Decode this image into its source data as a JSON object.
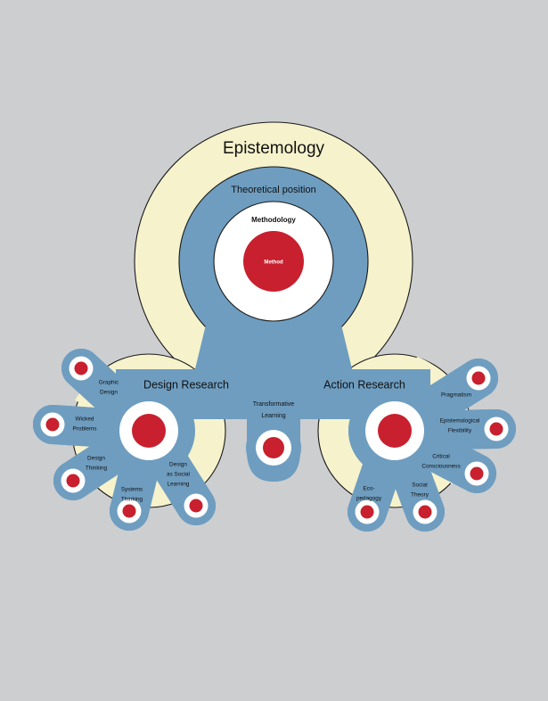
{
  "diagram": {
    "title": "Research framework nested circles with Design Research and Action Research branches",
    "background_color": "#ccced0",
    "colors": {
      "cream": "#f6f2cc",
      "blue": "#6e9dc0",
      "red": "#c8202e",
      "white": "#ffffff",
      "outline": "#1a1a1a",
      "text": "#111111"
    }
  },
  "core": {
    "epistemology": "Epistemology",
    "theoretical_position": "Theoretical position",
    "methodology": "Methodology",
    "method": "Method"
  },
  "branches": {
    "design_research": {
      "label": "Design Research",
      "leaves": [
        {
          "label_line1": "Graphic",
          "label_line2": "Design",
          "label_line3": ""
        },
        {
          "label_line1": "Wicked",
          "label_line2": "Problems",
          "label_line3": ""
        },
        {
          "label_line1": "Design",
          "label_line2": "Thinking",
          "label_line3": ""
        },
        {
          "label_line1": "Systems",
          "label_line2": "Thinking",
          "label_line3": ""
        },
        {
          "label_line1": "Design",
          "label_line2": "as Social",
          "label_line3": "Learning"
        }
      ]
    },
    "action_research": {
      "label": "Action Research",
      "leaves": [
        {
          "label_line1": "Pragmatism",
          "label_line2": "",
          "label_line3": ""
        },
        {
          "label_line1": "Epistemological",
          "label_line2": "Flexibility",
          "label_line3": ""
        },
        {
          "label_line1": "Critical",
          "label_line2": "Consciousness",
          "label_line3": ""
        },
        {
          "label_line1": "Social",
          "label_line2": "Theory",
          "label_line3": ""
        },
        {
          "label_line1": "Eco-",
          "label_line2": "pedagogy",
          "label_line3": ""
        }
      ]
    },
    "center": {
      "label_line1": "Transformative",
      "label_line2": "Learning"
    }
  }
}
